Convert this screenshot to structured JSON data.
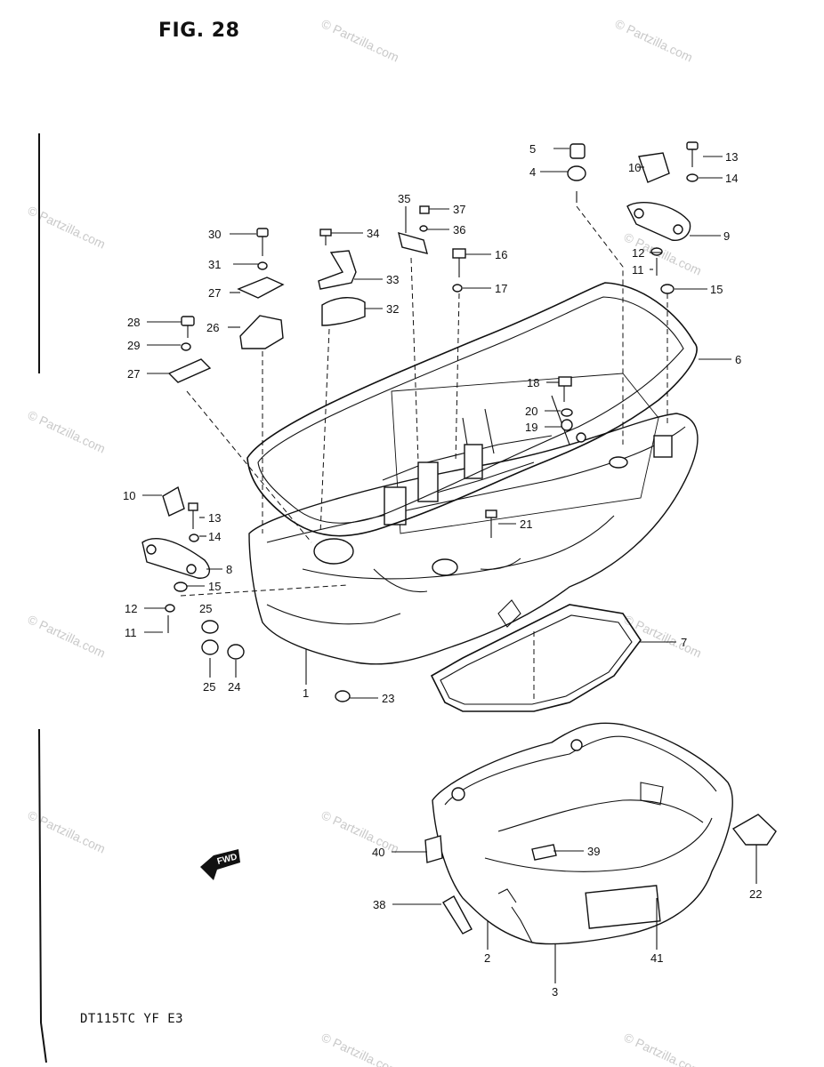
{
  "figure_title": "FIG. 28",
  "model_code": "DT115TC  YF  E3",
  "fwd_label": "FWD",
  "watermark_texts": [
    "© Partzilla.com",
    "© Partzilla.com"
  ],
  "callouts": {
    "c5": "5",
    "c4": "4",
    "c10a": "10",
    "c13a": "13",
    "c14a": "14",
    "c9": "9",
    "c35": "35",
    "c37": "37",
    "c36": "36",
    "c30": "30",
    "c34": "34",
    "c16": "16",
    "c17": "17",
    "c12a": "12",
    "c11a": "11",
    "c15a": "15",
    "c31": "31",
    "c33": "33",
    "c27a": "27",
    "c32": "32",
    "c28": "28",
    "c26": "26",
    "c29": "29",
    "c27b": "27",
    "c6": "6",
    "c18": "18",
    "c20": "20",
    "c19": "19",
    "c10b": "10",
    "c13b": "13",
    "c14b": "14",
    "c21": "21",
    "c8": "8",
    "c15b": "15",
    "c12b": "12",
    "c25a": "25",
    "c11b": "11",
    "c7": "7",
    "c25b": "25",
    "c24": "24",
    "c1": "1",
    "c23": "23",
    "c40": "40",
    "c39": "39",
    "c22": "22",
    "c38": "38",
    "c2": "2",
    "c41": "41",
    "c3": "3"
  }
}
